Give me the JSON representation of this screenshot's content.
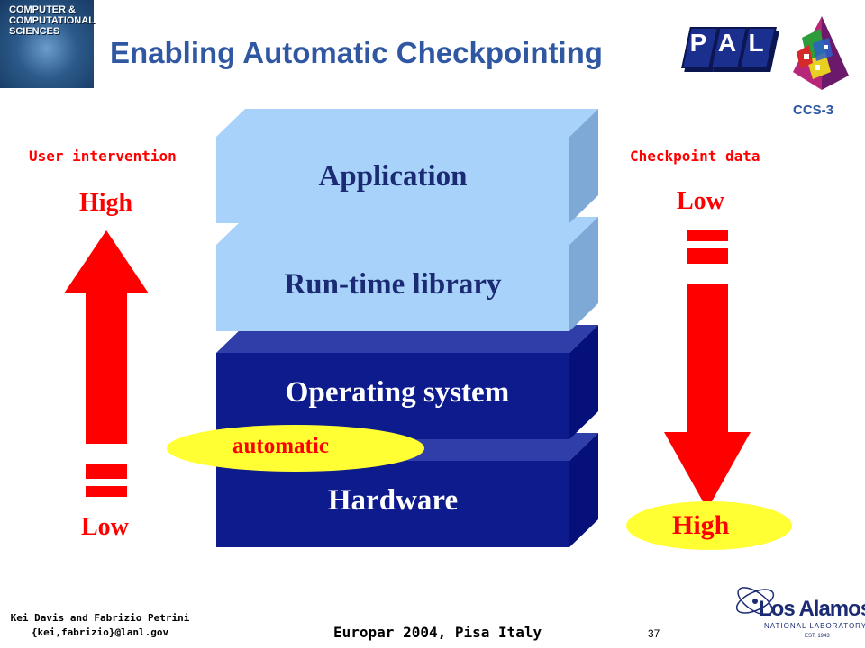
{
  "header": {
    "title": "Enabling Automatic Checkpointing",
    "logo_text": [
      "COMPUTER &",
      "COMPUTATIONAL",
      "SCIENCES"
    ],
    "pal_letters": [
      "P",
      "A",
      "L"
    ],
    "ccs_label": "CCS-3"
  },
  "left_axis": {
    "label": "User intervention",
    "top_value": "High",
    "bottom_value": "Low"
  },
  "right_axis": {
    "label": "Checkpoint data",
    "top_value": "Low",
    "bottom_value": "High"
  },
  "layers": [
    {
      "name": "Application",
      "front_color": "#a9d2fb",
      "top_color": "#a9d2fb",
      "side_color": "#7ea9d6",
      "text_color": "#1b2b73"
    },
    {
      "name": "Run-time library",
      "front_color": "#a9d2fb",
      "top_color": "#a9d2fb",
      "side_color": "#7ea9d6",
      "text_color": "#1b2b73"
    },
    {
      "name": "Operating system",
      "front_color": "#0d1b8c",
      "top_color": "#2f3ea8",
      "side_color": "#05107a",
      "text_color": "#ffffff"
    },
    {
      "name": "Hardware",
      "front_color": "#0d1b8c",
      "top_color": "#2f3ea8",
      "side_color": "#05107a",
      "text_color": "#ffffff"
    }
  ],
  "automatic_label": "automatic",
  "colors": {
    "arrow": "#ff0000",
    "highlight": "#ffff33",
    "title": "#2f57a2"
  },
  "footer": {
    "authors": "Kei Davis and Fabrizio Petrini",
    "emails": "{kei,fabrizio}@lanl.gov",
    "conference": "Europar 2004, Pisa Italy",
    "page_number": "37",
    "lab_name": "Los Alamos",
    "lab_sub": "NATIONAL LABORATORY",
    "lab_est": "EST. 1943"
  }
}
